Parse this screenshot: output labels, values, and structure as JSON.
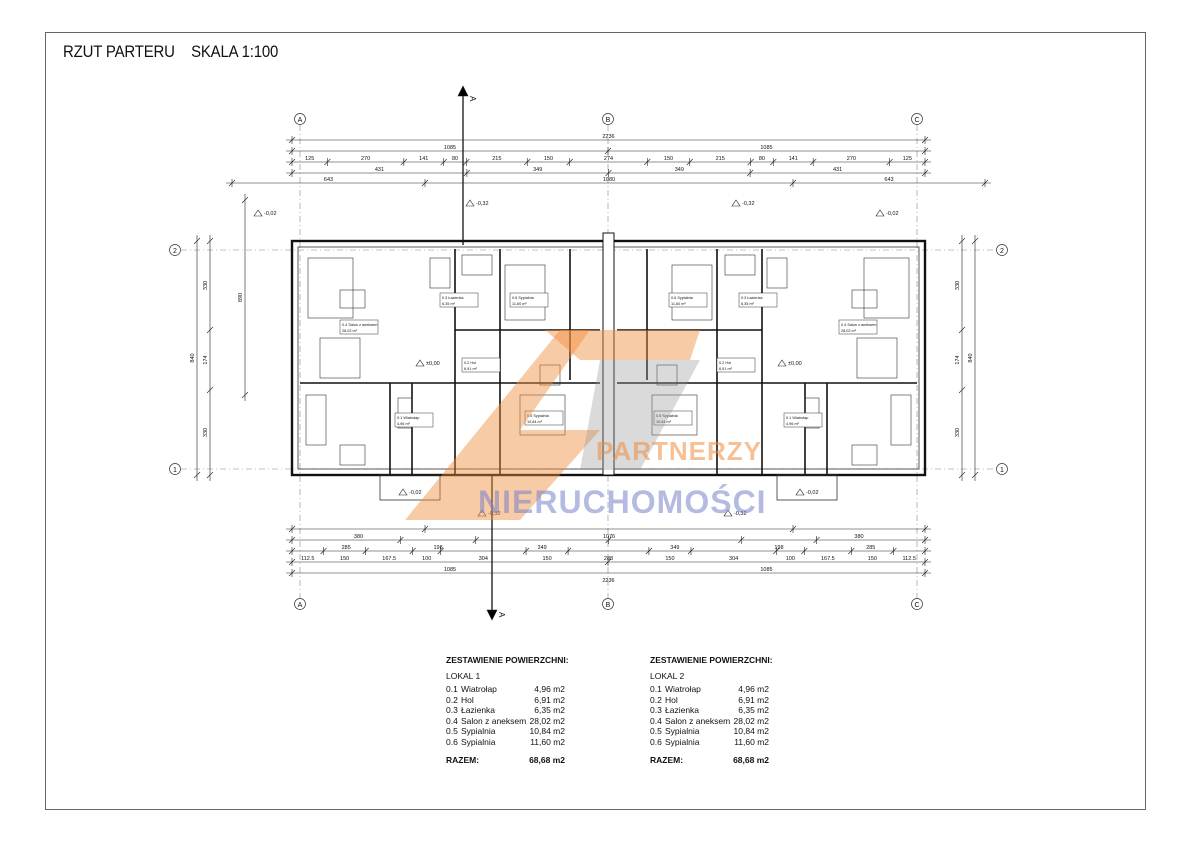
{
  "header": {
    "title": "RZUT PARTERU",
    "scale": "SKALA  1:100"
  },
  "axes": {
    "col_a": "A",
    "col_b": "B",
    "col_c": "C",
    "row_1": "1",
    "row_2": "2",
    "section": "A"
  },
  "dimensions": {
    "top_overall": "2236",
    "top_half_left": "1085",
    "top_half_right": "1085",
    "top_row3": [
      "125",
      "270",
      "141",
      "80",
      "215",
      "150",
      "274",
      "150",
      "215",
      "80",
      "141",
      "270",
      "125"
    ],
    "top_row4": [
      "431",
      "349",
      "349",
      "431"
    ],
    "top_row5_left": "643",
    "top_row5_mid": "1080",
    "top_row5_right": "643",
    "bottom_overall": "2236",
    "bottom_half_left": "1085",
    "bottom_half_right": "1085",
    "bottom_row1": [
      "112.5",
      "150",
      "167.5",
      "100",
      "304",
      "150",
      "288",
      "150",
      "304",
      "100",
      "167.5",
      "150",
      "112.5"
    ],
    "bottom_row2": [
      "285",
      "198",
      "349",
      "349",
      "198",
      "285"
    ],
    "bottom_row3_left": "380",
    "bottom_row3_mid": "1076",
    "bottom_row3_right": "380",
    "left_col": [
      "840",
      "174",
      "330",
      "890"
    ],
    "levels": [
      "-0,02",
      "-0,32",
      "-0,32",
      "-0,02",
      "±0,00",
      "±0,00",
      "-0,02",
      "-0,32",
      "-0,32",
      "-0,02"
    ]
  },
  "rooms": [
    {
      "id": "0.4",
      "label": "Salon z aneksem",
      "area": "28,02 m²"
    },
    {
      "id": "0.3",
      "label": "Łazienka",
      "area": "6,35 m²"
    },
    {
      "id": "0.6",
      "label": "Sypialnia",
      "area": "11,60 m²"
    },
    {
      "id": "0.2",
      "label": "Hol",
      "area": "6,91 m²"
    },
    {
      "id": "0.1",
      "label": "Wiatrołap",
      "area": "4,96 m²"
    },
    {
      "id": "0.5",
      "label": "Sypialnia",
      "area": "10,84 m²"
    }
  ],
  "watermark": {
    "brand_top": "PARTNERZY",
    "brand_bottom": "NIERUCHOMOŚCI",
    "orange": "#f08c3c",
    "blue": "#7882c8"
  },
  "summary": [
    {
      "title": "ZESTAWIENIE POWIERZCHNI:",
      "lokal": "LOKAL  1",
      "rows": [
        {
          "num": "0.1",
          "name": "Wiatrołap",
          "area": "4,96 m2"
        },
        {
          "num": "0.2",
          "name": "Hol",
          "area": "6,91 m2"
        },
        {
          "num": "0.3",
          "name": "Łazienka",
          "area": "6,35 m2"
        },
        {
          "num": "0.4",
          "name": "Salon z aneksem",
          "area": "28,02 m2"
        },
        {
          "num": "0.5",
          "name": "Sypialnia",
          "area": "10,84 m2"
        },
        {
          "num": "0.6",
          "name": "Sypialnia",
          "area": "11,60 m2"
        }
      ],
      "total_label": "RAZEM:",
      "total_value": "68,68 m2"
    },
    {
      "title": "ZESTAWIENIE POWIERZCHNI:",
      "lokal": "LOKAL  2",
      "rows": [
        {
          "num": "0.1",
          "name": "Wiatrołap",
          "area": "4,96 m2"
        },
        {
          "num": "0.2",
          "name": "Hol",
          "area": "6,91 m2"
        },
        {
          "num": "0.3",
          "name": "Łazienka",
          "area": "6,35 m2"
        },
        {
          "num": "0.4",
          "name": "Salon z aneksem",
          "area": "28,02 m2"
        },
        {
          "num": "0.5",
          "name": "Sypialnia",
          "area": "10,84 m2"
        },
        {
          "num": "0.6",
          "name": "Sypialnia",
          "area": "11,60 m2"
        }
      ],
      "total_label": "RAZEM:",
      "total_value": "68,68 m2"
    }
  ]
}
